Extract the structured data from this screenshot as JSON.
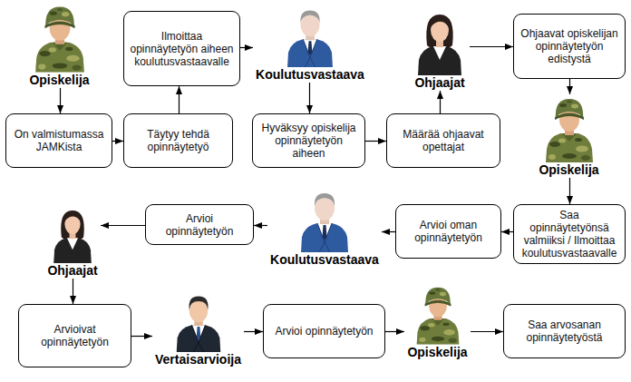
{
  "diagram": {
    "nodes": [
      {
        "text": [
          "Opiskelija"
        ]
      },
      {
        "text": [
          "On valmistumassa JAMKista"
        ]
      },
      {
        "text": [
          "Täytyy tehdä opinnäytetyö"
        ]
      },
      {
        "text": [
          "Ilmoittaa opinnäytetyön aiheen koulutusvastaavalle"
        ]
      },
      {
        "text": [
          "Koulutusvastaava"
        ]
      },
      {
        "text": [
          "Hyväksyy opiskelija opinnäytetyön aiheen"
        ]
      },
      {
        "text": [
          "Määrää ohjaavat opettajat"
        ]
      },
      {
        "text": [
          "Ohjaajat"
        ]
      },
      {
        "text": [
          "Ohjaavat opiskelijan opinnäytetyön edistystä"
        ]
      },
      {
        "text": [
          "Opiskelija"
        ]
      },
      {
        "text": [
          "Saa opinnäytetyönsä valmiiksi / Ilmoittaa koulutusvastaavalle"
        ]
      },
      {
        "text": [
          "Arvioi oman opinnäytetyön"
        ]
      },
      {
        "text": [
          "Koulutusvastaava"
        ]
      },
      {
        "text": [
          "Arvioi opinnäytetyön"
        ]
      },
      {
        "text": [
          "Ohjaajat"
        ]
      },
      {
        "text": [
          "Arvioivat opinnäytetyön"
        ]
      },
      {
        "text": [
          "Vertaisarvioija"
        ]
      },
      {
        "text": [
          "Arvioi opinnäytetyön"
        ]
      },
      {
        "text": [
          "Opiskelija"
        ]
      },
      {
        "text": [
          "Saa arvosanan opinnäytetyöstä"
        ]
      }
    ],
    "edges": [
      {
        "from": 0,
        "to": 1,
        "arrow": "to"
      },
      {
        "from": 1,
        "to": 2,
        "arrow": "to"
      },
      {
        "from": 2,
        "to": 3,
        "arrow": "to"
      },
      {
        "from": 3,
        "to": 4,
        "arrow": "to"
      },
      {
        "from": 4,
        "to": 5,
        "arrow": "to"
      },
      {
        "from": 5,
        "to": 6,
        "arrow": "to"
      },
      {
        "from": 6,
        "to": 7,
        "arrow": "to"
      },
      {
        "from": 7,
        "to": 8,
        "arrow": "to"
      },
      {
        "from": 8,
        "to": 9,
        "arrow": "to"
      },
      {
        "from": 9,
        "to": 10,
        "arrow": "to"
      },
      {
        "from": 10,
        "to": 11,
        "arrow": "to"
      },
      {
        "from": 11,
        "to": 12,
        "arrow": "to"
      },
      {
        "from": 12,
        "to": 13,
        "arrow": "to"
      },
      {
        "from": 13,
        "to": 14,
        "arrow": "to"
      },
      {
        "from": 14,
        "to": 15,
        "arrow": "to"
      },
      {
        "from": 15,
        "to": 16,
        "arrow": "to"
      },
      {
        "from": 16,
        "to": 17,
        "arrow": "to"
      },
      {
        "from": 17,
        "to": 18,
        "arrow": "to"
      },
      {
        "from": 18,
        "to": 19,
        "arrow": "to"
      }
    ]
  }
}
